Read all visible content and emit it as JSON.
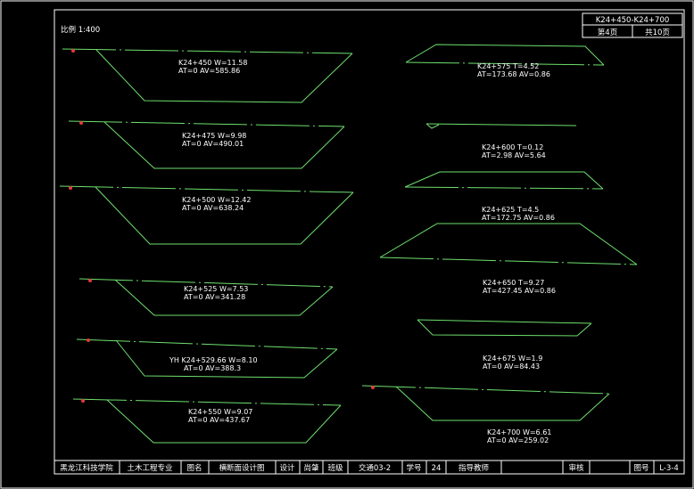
{
  "scale_label": "比例 1:400",
  "range_title": "K24+450-K24+700",
  "page_no": "第4页",
  "page_total": "共10页",
  "footer": {
    "school": "黑龙江科技学院",
    "major": "土木工程专业",
    "drawing_name_label": "图名",
    "drawing_name": "横断面设计图",
    "design_label": "设计",
    "designer": "尚肇",
    "class_label": "班级",
    "class": "交通03-2",
    "student_no_label": "学号",
    "student_no": "24",
    "advisor_label": "指导教师",
    "advisor": "",
    "review_label": "审核",
    "review": "",
    "drawing_no_label": "图号",
    "drawing_no": "L-3-4"
  },
  "sections": [
    {
      "line1": "K24+450    W=11.58",
      "line2": "AT=0  AV=585.86"
    },
    {
      "line1": "K24+475    W=9.98",
      "line2": "AT=0  AV=490.01"
    },
    {
      "line1": "K24+500  W=12.42",
      "line2": "AT=0  AV=638.24"
    },
    {
      "line1": "K24+525  W=7.53",
      "line2": "AT=0  AV=341.28"
    },
    {
      "line1": "YH  K24+529.66  W=8.10",
      "line2": "AT=0  AV=388.3"
    },
    {
      "line1": "K24+550   W=9.07",
      "line2": "AT=0  AV=437.67"
    },
    {
      "line1": "K24+575    T=4.52",
      "line2": "AT=173.68  AV=0.86"
    },
    {
      "line1": "K24+600  T=0.12",
      "line2": "AT=2.98  AV=5.64"
    },
    {
      "line1": "K24+625    T=4.5",
      "line2": "AT=172.75  AV=0.86"
    },
    {
      "line1": "K24+650  T=9.27",
      "line2": "AT=427.45  AV=0.86"
    },
    {
      "line1": "K24+675    W=1.9",
      "line2": "AT=0  AV=84.43"
    },
    {
      "line1": "K24+700  W=6.61",
      "line2": "AT=0  AV=259.02"
    }
  ]
}
